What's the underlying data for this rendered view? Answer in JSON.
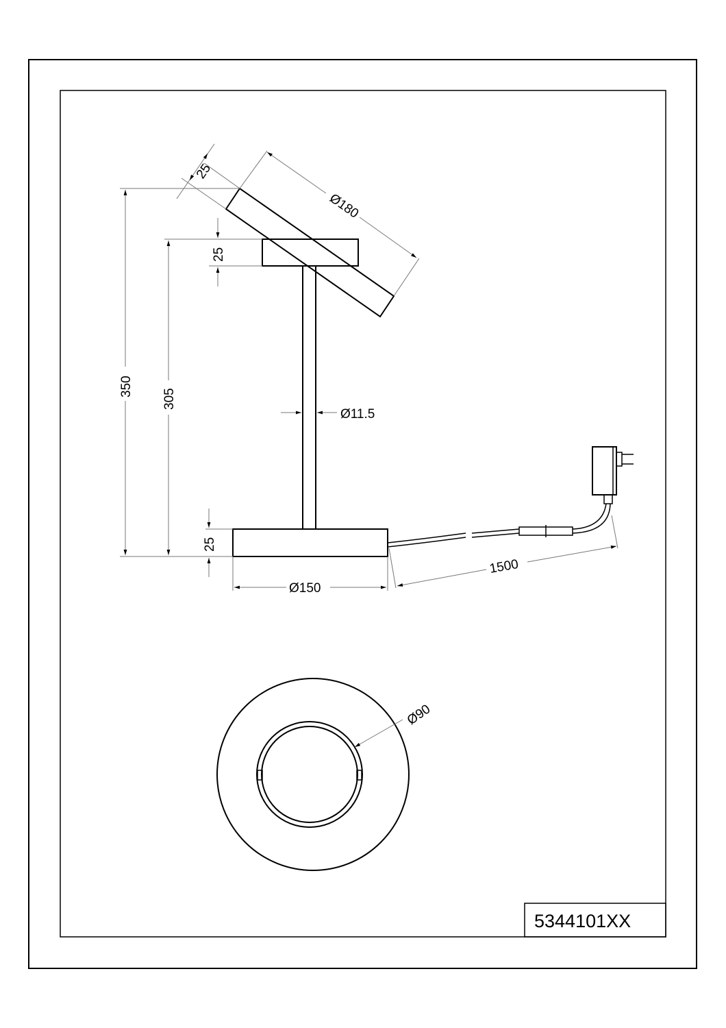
{
  "drawing": {
    "part_number": "5344101XX",
    "dimensions": {
      "head_thickness": "25",
      "head_diameter": "Ø180",
      "cap_height": "25",
      "total_height": "350",
      "stem_height": "305",
      "stem_diameter": "Ø11.5",
      "base_height": "25",
      "base_diameter": "Ø150",
      "cable_length": "1500",
      "inner_ring_diameter": "Ø90"
    },
    "colors": {
      "line": "#000000",
      "dimension_line": "#777777"
    }
  }
}
